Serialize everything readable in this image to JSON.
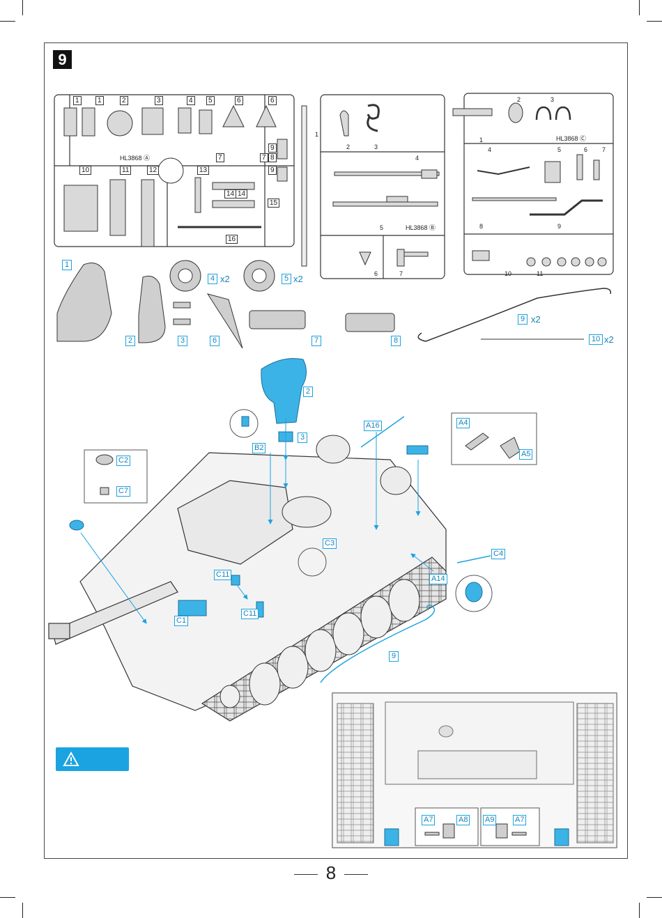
{
  "page": {
    "step": "9",
    "number": "8"
  },
  "colors": {
    "accent": "#1aa3e0",
    "line": "#333333",
    "part_fill": "#d9d9d9",
    "highlight_fill": "#3cb3e6"
  },
  "sprue_a": {
    "code": "HL3868 Ⓐ",
    "parts": [
      "1",
      "1",
      "2",
      "3",
      "4",
      "5",
      "6",
      "6",
      "7",
      "7",
      "8",
      "9",
      "9",
      "10",
      "11",
      "12",
      "13",
      "14",
      "14",
      "15",
      "16"
    ]
  },
  "sprue_b": {
    "code": "HL3868 Ⓑ",
    "parts": [
      "1",
      "2",
      "3",
      "4",
      "5",
      "6",
      "7"
    ]
  },
  "sprue_c": {
    "code": "HL3868 Ⓒ",
    "parts": [
      "2",
      "3",
      "1",
      "4",
      "5",
      "6",
      "7",
      "8",
      "9",
      "10",
      "11"
    ]
  },
  "parts_row": {
    "items": [
      {
        "label": "1"
      },
      {
        "label": "2"
      },
      {
        "label": "3"
      },
      {
        "label": "4",
        "qty": "x2"
      },
      {
        "label": "5",
        "qty": "x2"
      },
      {
        "label": "6"
      },
      {
        "label": "7"
      },
      {
        "label": "8"
      },
      {
        "label": "9",
        "qty": "x2"
      },
      {
        "label": "10",
        "qty": "x2"
      }
    ]
  },
  "callouts": {
    "figure": "2",
    "hatch": "3",
    "b2": "B2",
    "a16": "A16",
    "a4": "A4",
    "a5": "A5",
    "c2": "C2",
    "c7": "C7",
    "c3": "C3",
    "c4": "C4",
    "a14": "A14",
    "c11_top": "C11",
    "c11_bottom": "C11",
    "c1": "C1",
    "tow_cable": "9"
  },
  "rear_detail": {
    "a7_left": "A7",
    "a8": "A8",
    "a9": "A9",
    "a7_right": "A7"
  },
  "warning": {
    "icon": "warning-triangle-icon"
  }
}
